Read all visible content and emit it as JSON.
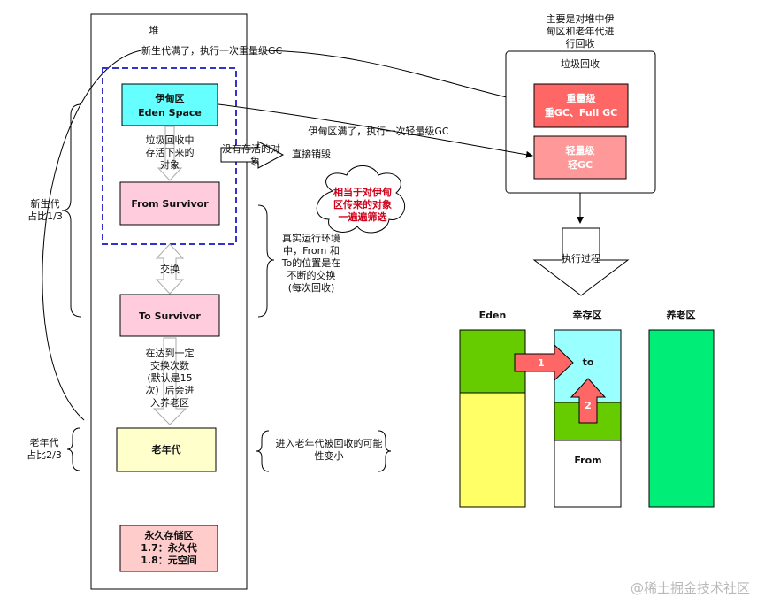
{
  "heap": {
    "title": "堆",
    "young_full": "新生代满了，执行一次重量级GC",
    "eden_line1": "伊甸区",
    "eden_line2": "Eden Space",
    "gc_survive_1": "垃圾回收中",
    "gc_survive_2": "存活下来的",
    "gc_survive_3": "对象",
    "not_survive_1": "没有存活的对",
    "not_survive_2": "象",
    "destroy": "直接销毁",
    "from_survivor": "From Survivor",
    "swap": "交换",
    "to_survivor": "To Survivor",
    "promote_1": "在达到一定",
    "promote_2": "交换次数",
    "promote_3": "(默认是15",
    "promote_4": "次）后会进",
    "promote_5": "入养老区",
    "old_gen": "老年代",
    "perm_1": "永久存储区",
    "perm_2": "1.7：永久代",
    "perm_3": "1.8：元空间"
  },
  "left_notes": {
    "young_1": "新生代",
    "young_2": "占比1/3",
    "old_1": "老年代",
    "old_2": "占比2/3"
  },
  "right_notes": {
    "real_env_1": "真实运行环境",
    "real_env_2": "中，From 和",
    "real_env_3": "To的位置是在",
    "real_env_4": "不断的交换",
    "real_env_5": "(每次回收)",
    "old_recycle_1": "进入老年代被回收的可能",
    "old_recycle_2": "性变小"
  },
  "cloud": {
    "line1": "相当于对伊甸",
    "line2": "区传来的对象",
    "line3": "一遍遍筛选"
  },
  "gc_panel": {
    "caption_1": "主要是对堆中伊",
    "caption_2": "甸区和老年代进",
    "caption_3": "行回收",
    "title": "垃圾回收",
    "heavy_1": "重量级",
    "heavy_2": "重GC、Full GC",
    "light_1": "轻量级",
    "light_2": "轻GC",
    "eden_full": "伊甸区满了，执行一次轻量级GC",
    "process": "执行过程"
  },
  "process": {
    "eden": "Eden",
    "survivor": "幸存区",
    "old": "养老区",
    "to": "to",
    "from": "From",
    "step1": "1",
    "step2": "2"
  },
  "watermark": "@稀土掘金技术社区",
  "colors": {
    "eden_cyan": "#66ffff",
    "survivor_pink": "#ffccdd",
    "old_yellow": "#ffffcc",
    "perm_salmon": "#ffcccc",
    "heavy_red": "#ff6666",
    "light_red": "#ff9999",
    "green": "#66cc00",
    "yellow": "#ffff66",
    "to_cyan": "#99ffff",
    "old_mint": "#00ee77",
    "dashed_blue": "#3333cc",
    "arrow_red": "#ff6666"
  }
}
